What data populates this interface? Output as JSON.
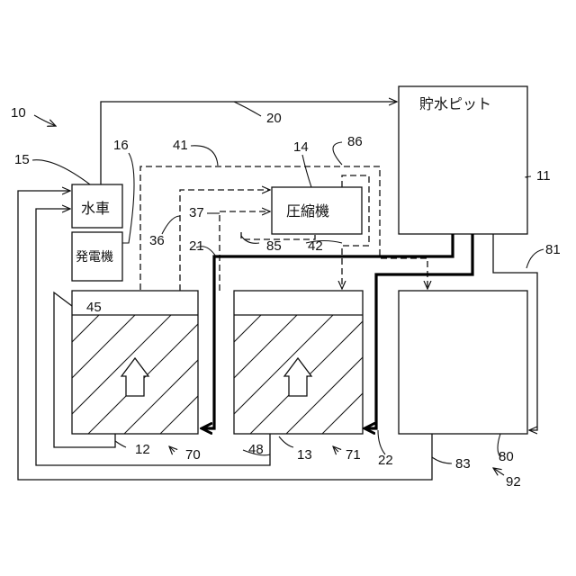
{
  "components": {
    "pit": "貯水ピット",
    "waterwheel": "水車",
    "generator": "発電機",
    "compressor": "圧縮機"
  },
  "refs": {
    "r10": "10",
    "r11": "11",
    "r12": "12",
    "r13": "13",
    "r14": "14",
    "r15": "15",
    "r16": "16",
    "r20": "20",
    "r21": "21",
    "r22": "22",
    "r36": "36",
    "r37": "37",
    "r41": "41",
    "r42": "42",
    "r45": "45",
    "r48": "48",
    "r70": "70",
    "r71": "71",
    "r80": "80",
    "r81": "81",
    "r83": "83",
    "r85": "85",
    "r86": "86",
    "r92": "92"
  }
}
